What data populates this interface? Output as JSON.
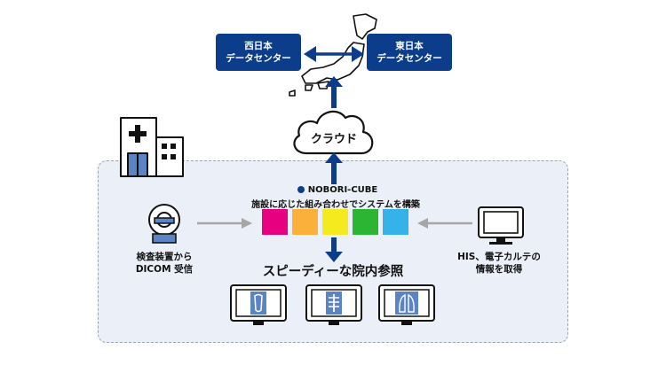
{
  "west_dc": {
    "line1": "西日本",
    "line2": "データセンター"
  },
  "east_dc": {
    "line1": "東日本",
    "line2": "データセンター"
  },
  "cloud_label": "クラウド",
  "product_name": "NOBORI-CUBE",
  "product_caption": "施設に応じた組み合わせでシステムを構築",
  "module_colors": [
    "#e7007f",
    "#fbb03b",
    "#f4ea1d",
    "#2bb532",
    "#35b2e8"
  ],
  "headline": "スピーディーな院内参照",
  "left_caption": {
    "line1": "検査装置から",
    "line2": "DICOM 受信"
  },
  "right_caption": {
    "line1": "HIS、電子カルテの",
    "line2": "情報を取得"
  },
  "colors": {
    "navy": "#0c3d8b",
    "panel": "#ebeff7",
    "arrow_gray": "#a6a6a6",
    "xray_blue": "#5a84c4"
  },
  "icons": [
    "japan-map-icon",
    "bidirectional-arrow-icon",
    "cloud-icon",
    "hospital-icon",
    "ct-scanner-icon",
    "monitor-icon",
    "xray-monitor-icon"
  ]
}
